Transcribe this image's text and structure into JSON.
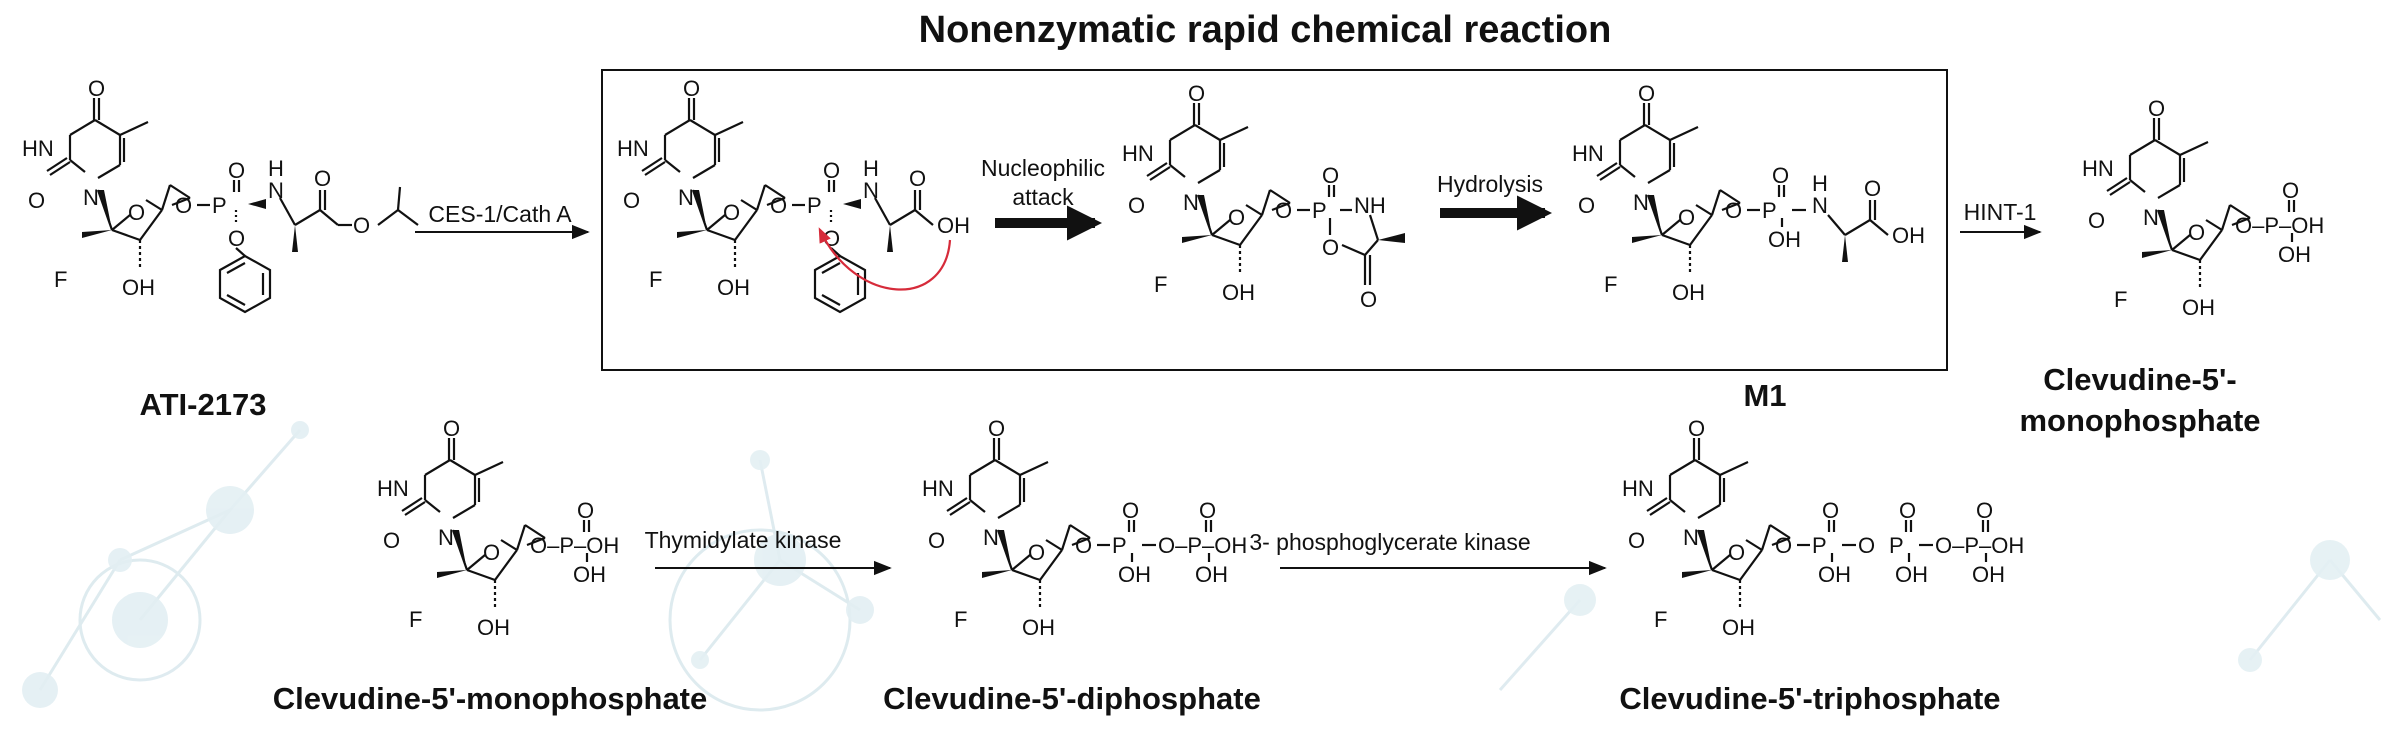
{
  "title": "Nonenzymatic rapid chemical reaction",
  "compounds": {
    "ati": "ATI-2173",
    "m1": "M1",
    "clev_mp_top_line1": "Clevudine-5'-",
    "clev_mp_top_line2": "monophosphate",
    "clev_mp": "Clevudine-5'-monophosphate",
    "clev_dp": "Clevudine-5'-diphosphate",
    "clev_tp": "Clevudine-5'-triphosphate"
  },
  "arrows": {
    "a1": "CES-1/Cath A",
    "a2_line1": "Nucleophilic",
    "a2_line2": "attack",
    "a3": "Hydrolysis",
    "a4": "HINT-1",
    "a5": "Thymidylate kinase",
    "a6": "3- phosphoglycerate kinase"
  },
  "atoms": {
    "O": "O",
    "HN": "HN",
    "N": "N",
    "F": "F",
    "OH": "OH",
    "P": "P",
    "H": "H",
    "NH": "NH",
    "O_P_OH": "O–P–OH"
  },
  "colors": {
    "ink": "#111111",
    "attack_arrow": "#d62b3a",
    "background_network": "#cfe3ea"
  }
}
